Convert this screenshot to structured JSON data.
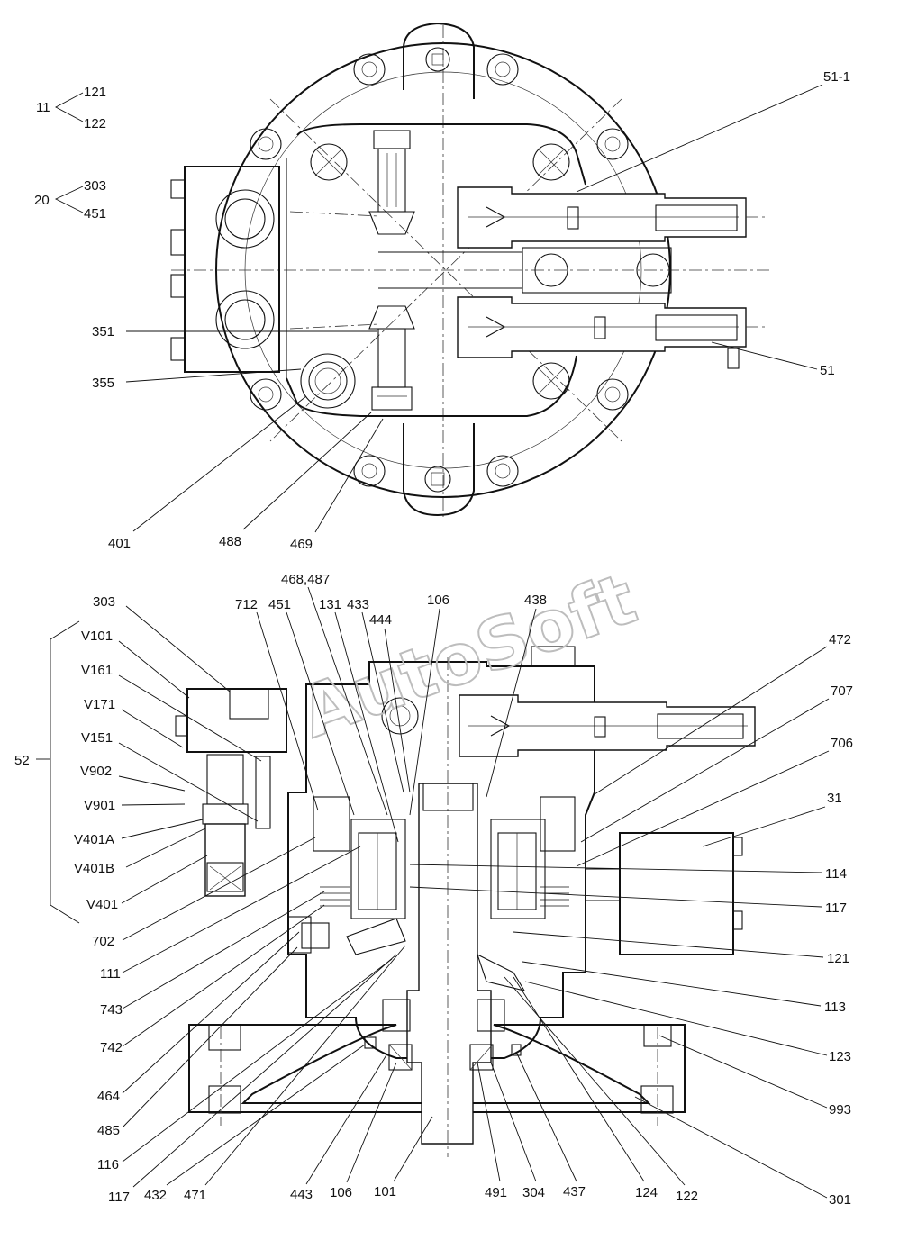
{
  "watermark": "AutoSoft",
  "groups": {
    "g11": {
      "head": "11",
      "a": "121",
      "b": "122"
    },
    "g20": {
      "head": "20",
      "a": "303",
      "b": "451"
    },
    "g52": {
      "head": "52"
    }
  },
  "top_labels": {
    "l51_1": "51-1",
    "l351": "351",
    "l355": "355",
    "l51": "51",
    "l401": "401",
    "l488": "488",
    "l469": "469"
  },
  "bottom_labels": {
    "l468_487": "468,487",
    "l106a": "106",
    "l438": "438",
    "l712": "712",
    "l451": "451",
    "l131": "131",
    "l433": "433",
    "l444": "444",
    "l303": "303",
    "lV101": "V101",
    "lV161": "V161",
    "lV171": "V171",
    "lV151": "V151",
    "lV902": "V902",
    "lV901": "V901",
    "lV401A": "V401A",
    "lV401B": "V401B",
    "lV401": "V401",
    "l702": "702",
    "l111": "111",
    "l743": "743",
    "l742": "742",
    "l464": "464",
    "l485": "485",
    "l116": "116",
    "l117b": "117",
    "l432": "432",
    "l471": "471",
    "l443": "443",
    "l106b": "106",
    "l101": "101",
    "l491": "491",
    "l304": "304",
    "l437": "437",
    "l124": "124",
    "l122": "122",
    "l301": "301",
    "l472": "472",
    "l707": "707",
    "l706": "706",
    "l31": "31",
    "l114": "114",
    "l117": "117",
    "l121": "121",
    "l113": "113",
    "l123": "123",
    "l993": "993"
  }
}
